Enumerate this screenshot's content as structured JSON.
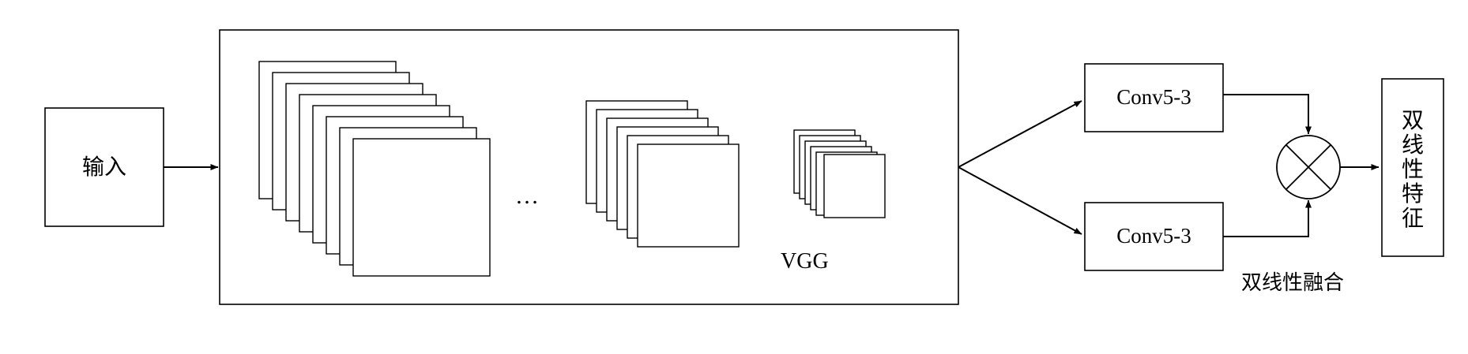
{
  "input_label": "输入",
  "ellipsis": "…",
  "backbone_label": "VGG",
  "conv_top_label": "Conv5-3",
  "conv_bottom_label": "Conv5-3",
  "fusion_label": "双线性融合",
  "output_label": "双线性特征",
  "top_caption": "",
  "colors": {
    "stroke": "#000000",
    "fill": "#ffffff",
    "background": "#ffffff"
  }
}
